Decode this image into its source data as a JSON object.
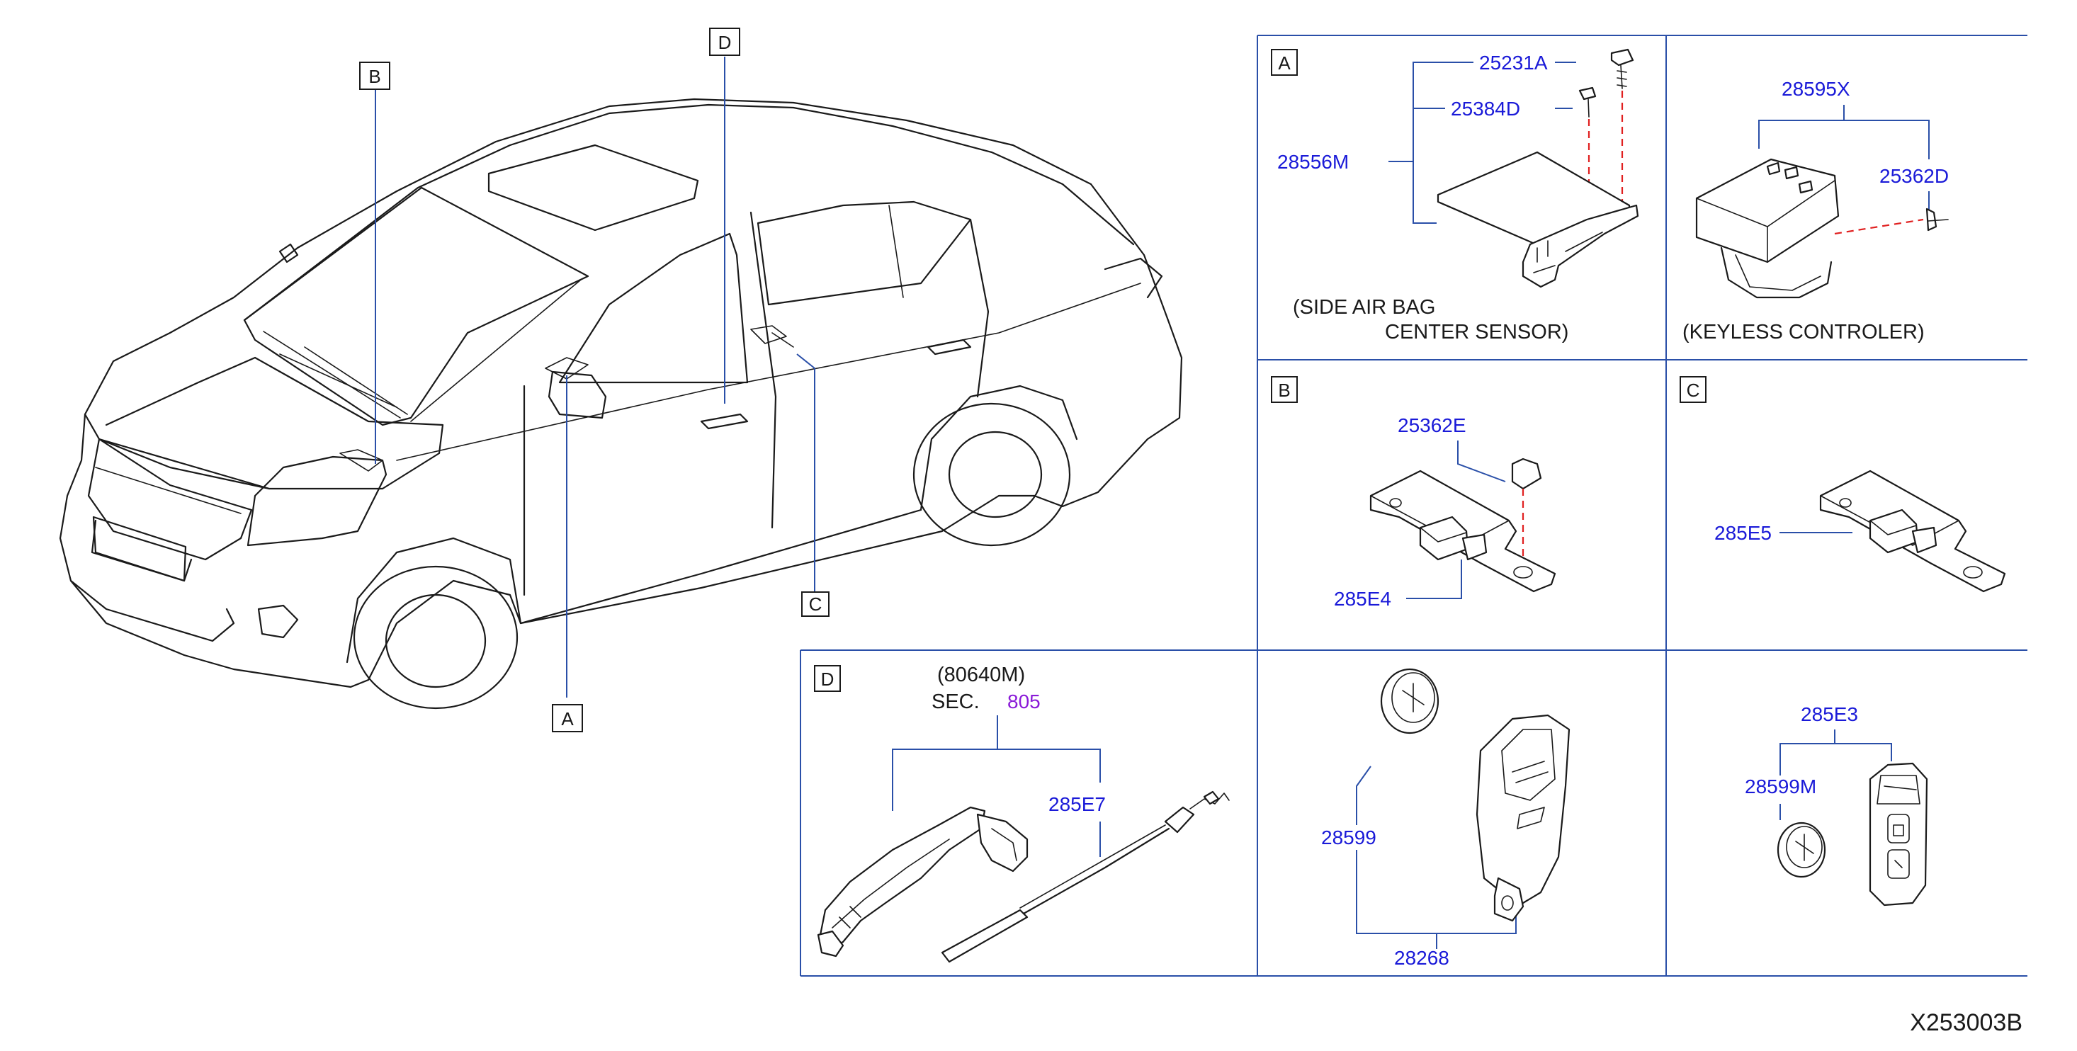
{
  "figure_code": "X253003B",
  "callouts": {
    "a": "A",
    "b": "B",
    "c": "C",
    "d": "D"
  },
  "panel_a": {
    "label": "A",
    "parts": [
      "25231A",
      "25384D",
      "28556M"
    ],
    "caption_line1": "(SIDE   AIR   BAG",
    "caption_line2": "CENTER   SENSOR)"
  },
  "panel_keyless": {
    "parts": [
      "28595X",
      "25362D"
    ],
    "caption": "(KEYLESS   CONTROLER)"
  },
  "panel_b": {
    "label": "B",
    "parts": [
      "25362E",
      "285E4"
    ]
  },
  "panel_c": {
    "label": "C",
    "parts": [
      "285E5"
    ]
  },
  "panel_d": {
    "label": "D",
    "ref_line1": "(80640M)",
    "sec_label": "SEC.",
    "sec_number": "805",
    "parts": [
      "285E7"
    ]
  },
  "panel_key": {
    "parts": [
      "28599",
      "28268"
    ]
  },
  "panel_smartkey": {
    "parts": [
      "285E3",
      "28599M"
    ]
  }
}
